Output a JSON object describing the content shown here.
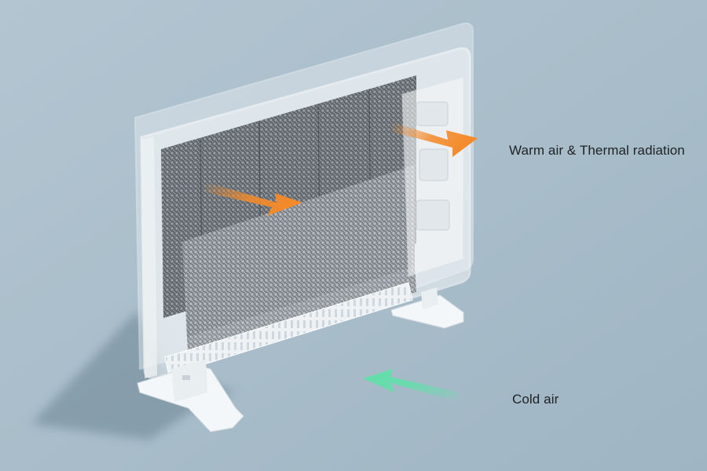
{
  "labels": {
    "warm_air": "Warm air & Thermal radiation",
    "cold_air": "Cold air"
  },
  "colors": {
    "background": "#a9bdca",
    "warm_arrow": "#f48a2a",
    "cold_arrow": "#5fe0a8",
    "heater_frame": "#f3f6f8",
    "heating_element": "#6d7277",
    "text": "#1e2224"
  },
  "icons": {
    "warm_arrow": "arrow-right-down",
    "cold_arrow": "arrow-up-left"
  }
}
